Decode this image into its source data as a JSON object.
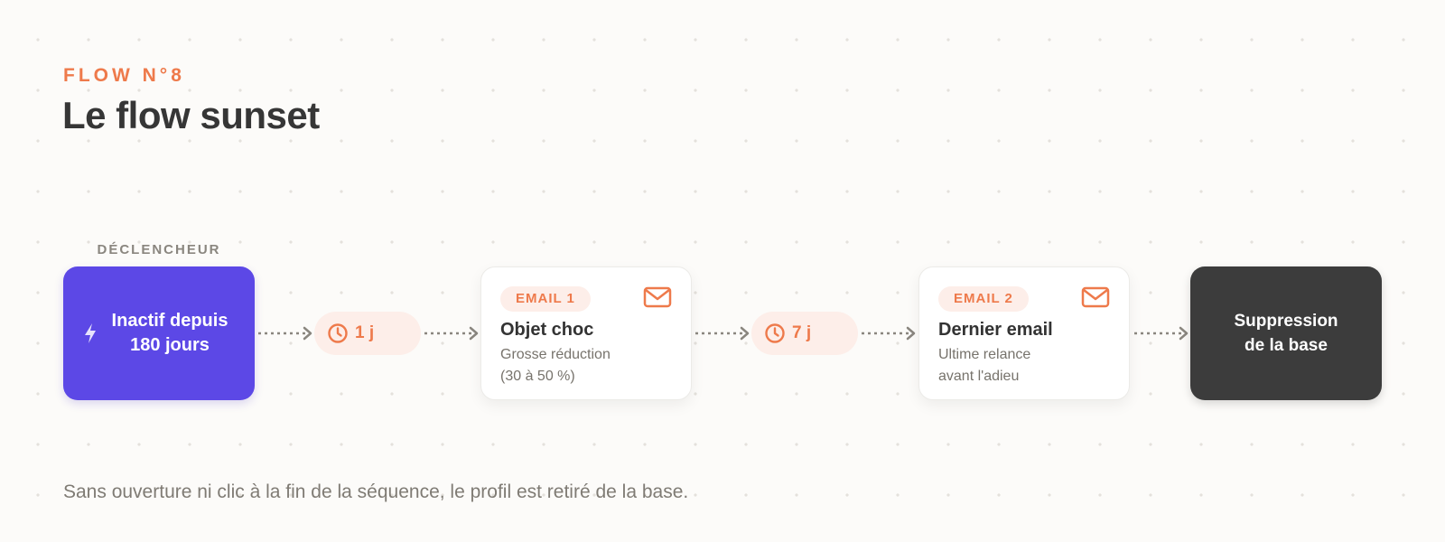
{
  "header": {
    "eyebrow": "FLOW N°8",
    "title": "Le flow sunset"
  },
  "trigger": {
    "label": "DÉCLENCHEUR",
    "line1": "Inactif depuis",
    "line2": "180 jours",
    "icon": "lightning-icon",
    "color": "#5c48e6"
  },
  "waits": [
    {
      "label": "1 j",
      "icon": "clock-icon"
    },
    {
      "label": "7 j",
      "icon": "clock-icon"
    }
  ],
  "emails": [
    {
      "badge": "EMAIL 1",
      "title": "Objet choc",
      "desc1": "Grosse réduction",
      "desc2": "(30 à 50 %)",
      "icon": "envelope-icon"
    },
    {
      "badge": "EMAIL 2",
      "title": "Dernier email",
      "desc1": "Ultime relance",
      "desc2": "avant l'adieu",
      "icon": "envelope-icon"
    }
  ],
  "end": {
    "line1": "Suppression",
    "line2": "de la base",
    "color": "#3c3c3c"
  },
  "caption": "Sans ouverture ni clic à la fin de la séquence, le profil est retiré de la base.",
  "colors": {
    "accent": "#ee7a4b",
    "accent_soft": "#fdeee9",
    "connector": "#8a867f"
  }
}
